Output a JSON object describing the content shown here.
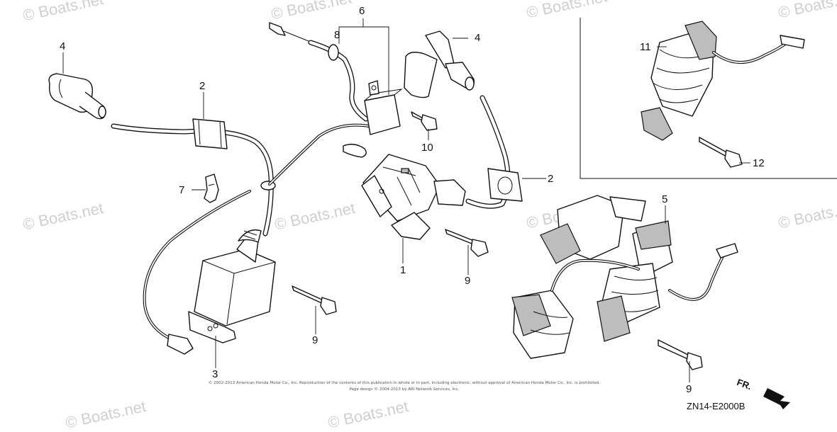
{
  "watermarks": [
    "© Boats.net",
    "© Boats.net",
    "© Boats.net",
    "© Boats.net",
    "© Boats.net",
    "© Boats.net",
    "© Boats.net",
    "© Boats.net",
    "© Boats.net",
    "© Boats.net"
  ],
  "callouts": {
    "c1": "1",
    "c2a": "2",
    "c2b": "2",
    "c3": "3",
    "c4a": "4",
    "c4b": "4",
    "c5": "5",
    "c6": "6",
    "c7": "7",
    "c8": "8",
    "c9a": "9",
    "c9b": "9",
    "c9c": "9",
    "c10": "10",
    "c11": "11",
    "c12": "12"
  },
  "copyright": {
    "line1": "© 2002-2013 American Honda Motor Co., Inc. Reproduction of the contents of this publication in whole or in part, including electronic, without approval of American Honda Motor Co., Inc. is prohibited.",
    "line2": "Page design © 2004-2013 by ARI Network Services, Inc."
  },
  "diagram_code": "ZN14-E2000B",
  "direction_label": "FR."
}
